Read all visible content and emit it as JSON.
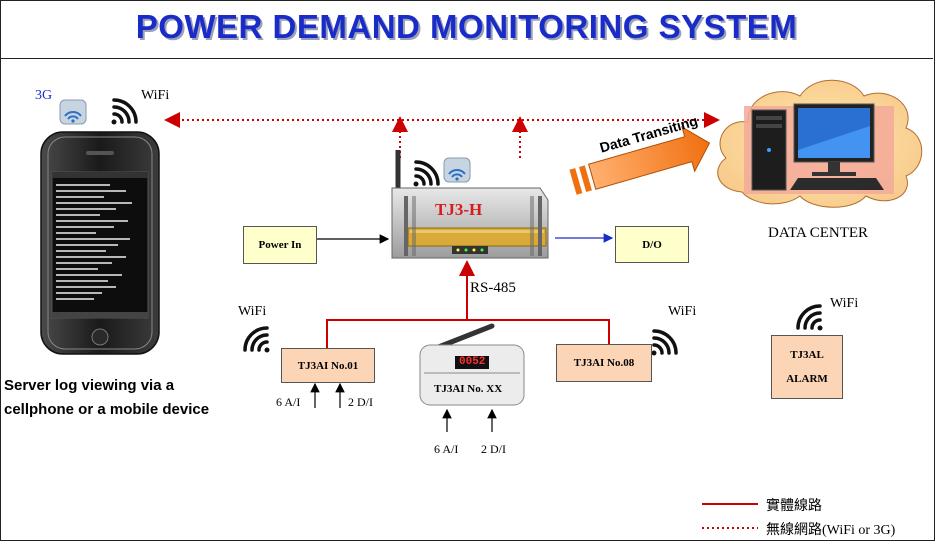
{
  "title": "POWER DEMAND MONITORING SYSTEM",
  "phone": {
    "label_3g": "3G",
    "label_wifi": "WiFi",
    "caption_line1": "Server log viewing via a",
    "caption_line2": "cellphone or a mobile device"
  },
  "data_transiting": "Data Transiting",
  "data_center": "DATA CENTER",
  "hub": {
    "label": "TJ3-H"
  },
  "power_in": "Power In",
  "do_box": "D/O",
  "rs485": "RS-485",
  "node01": {
    "label": "TJ3AI No.01",
    "wifi": "WiFi",
    "ai": "6 A/I",
    "di": "2 D/I"
  },
  "nodexx": {
    "label": "TJ3AI No. XX",
    "ai": "6 A/I",
    "di": "2 D/I",
    "display": "0052"
  },
  "node08": {
    "label": "TJ3AI No.08",
    "wifi": "WiFi"
  },
  "alarm": {
    "line1": "TJ3AL",
    "line2": "ALARM",
    "wifi": "WiFi"
  },
  "legend": {
    "solid": "實體線路",
    "dotted": "無線網路(WiFi or 3G)"
  },
  "colors": {
    "title": "#1a2cc8",
    "wire": "#cc0000",
    "arrow_blue": "#1a2cc8"
  }
}
